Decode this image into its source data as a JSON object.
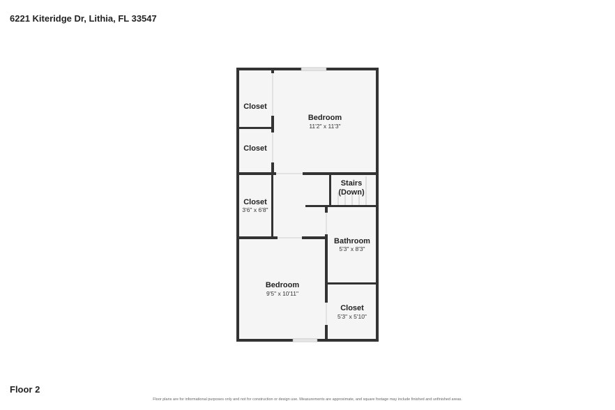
{
  "header": {
    "address": "6221 Kiteridge Dr, Lithia, FL 33547"
  },
  "footer": {
    "floor": "Floor 2",
    "disclaimer": "Floor plans are for informational purposes only and not for construction or design use. Measurements are approximate, and square footage may include finished and unfinished areas."
  },
  "rooms": {
    "bedroom_top": {
      "name": "Bedroom",
      "dims": "11'2\" x 11'3\""
    },
    "closet_top_1": {
      "name": "Closet"
    },
    "closet_top_2": {
      "name": "Closet"
    },
    "closet_mid": {
      "name": "Closet",
      "dims": "3'6\" x 6'8\""
    },
    "stairs": {
      "name": "Stairs",
      "name2": "(Down)"
    },
    "bathroom": {
      "name": "Bathroom",
      "dims": "5'3\" x 8'3\""
    },
    "bedroom_bottom": {
      "name": "Bedroom",
      "dims": "9'5\" x 10'11\""
    },
    "closet_bottom": {
      "name": "Closet",
      "dims": "5'3\" x 5'10\""
    }
  },
  "colors": {
    "wall": "#333333",
    "floor": "#f5f5f5",
    "window": "#ffffff"
  }
}
